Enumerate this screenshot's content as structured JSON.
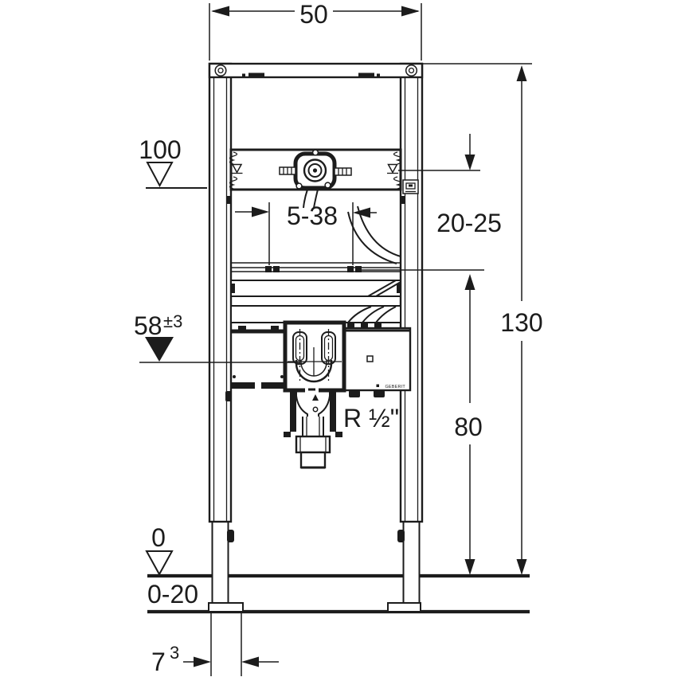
{
  "drawing": {
    "type": "technical installation drawing",
    "subject": "pre-wall washbasin mounting frame with dimension annotations",
    "ink_color": "#1c1c1c",
    "background_color": "#ffffff"
  },
  "dims": {
    "frame_width": "50",
    "tap_water_level": "100",
    "fixing_range": "5-38",
    "supply_depth_range": "20-25",
    "total_height": "130",
    "outlet_height": "80",
    "basin_rim_level": "58",
    "basin_rim_tolerance": "±3",
    "floor_level": "0",
    "floor_buildup_range": "0-20",
    "foot_width": "7",
    "foot_width_sup": "3",
    "thread_size": "R ½\""
  },
  "brand": {
    "module_label": "GEBERIT"
  }
}
